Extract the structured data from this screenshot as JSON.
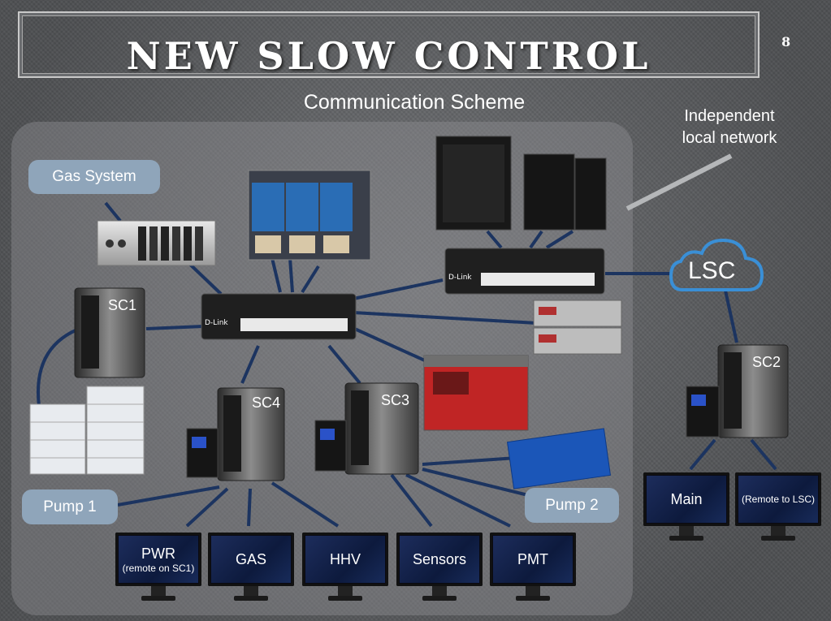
{
  "slide": {
    "title": "NEW SLOW CONTROL",
    "page_number": "8",
    "subtitle": "Communication Scheme",
    "network_note_line1": "Independent",
    "network_note_line2": "local network"
  },
  "labels": {
    "gas_system": "Gas System",
    "pump1": "Pump 1",
    "pump2": "Pump 2",
    "lsc": "LSC",
    "sc1": "SC1",
    "sc2": "SC2",
    "sc3": "SC3",
    "sc4": "SC4"
  },
  "monitors": {
    "pwr": {
      "main": "PWR",
      "sub": "(remote on SC1)"
    },
    "gas": {
      "main": "GAS"
    },
    "hhv": {
      "main": "HHV"
    },
    "sensors": {
      "main": "Sensors"
    },
    "pmt": {
      "main": "PMT"
    },
    "main_mon": {
      "main": "Main"
    },
    "remote": {
      "sub": "(Remote to LSC)"
    }
  },
  "devices": {
    "switch_brand": "D-Link"
  },
  "colors": {
    "link": "#1c3460",
    "pill": "#8fa5ba",
    "cloud": "#3a8fd6"
  }
}
